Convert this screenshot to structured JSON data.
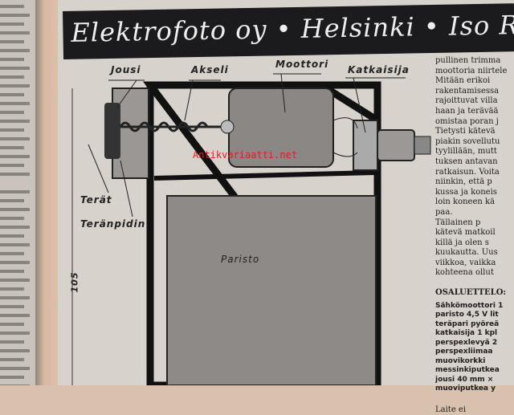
{
  "banner": {
    "text": "Elektrofoto oy • Helsinki • Iso Roobertin"
  },
  "diagram": {
    "labels": {
      "spring": "Jousi",
      "shaft": "Akseli",
      "motor": "Moottori",
      "switch": "Katkaisija",
      "blades": "Terät",
      "blade_holder": "Teränpidin",
      "battery": "Paristo",
      "dimension": "105"
    }
  },
  "watermark": "Antikvariaatti.net",
  "article": {
    "lines": [
      "pullinen trimma",
      "moottoria niirtele",
      "  Mitään erikoi",
      "rakentamisessa",
      "rajoittuvat villa",
      "haan ja terävää",
      "omistaa poran j",
      "Tietysti kätevä",
      "piakin sovellutu",
      "tyylillään, mutt",
      "tuksen antavan",
      "ratkaisun. Voita",
      "niinkin, että p",
      "kussa ja koneis",
      "loin koneen kä",
      "paa.",
      "  Tällainen p",
      "kätevä matkoil",
      "killä ja olen s",
      "kuukautta. Uus",
      "viikkoa, vaikka",
      "kohteena ollut"
    ],
    "parts_heading": "OSALUETTELO:",
    "parts": [
      "Sähkömoottori 1",
      "paristo 4,5 V lit",
      "teräpari pyöreä",
      "katkaisija 1 kpl",
      "perspexlevyä 2",
      "perspexliimaa",
      "muovikorkki",
      "messinkiputkea",
      "jousi 40 mm ×",
      "muoviputkea y"
    ],
    "tail": "  Laite ei"
  }
}
